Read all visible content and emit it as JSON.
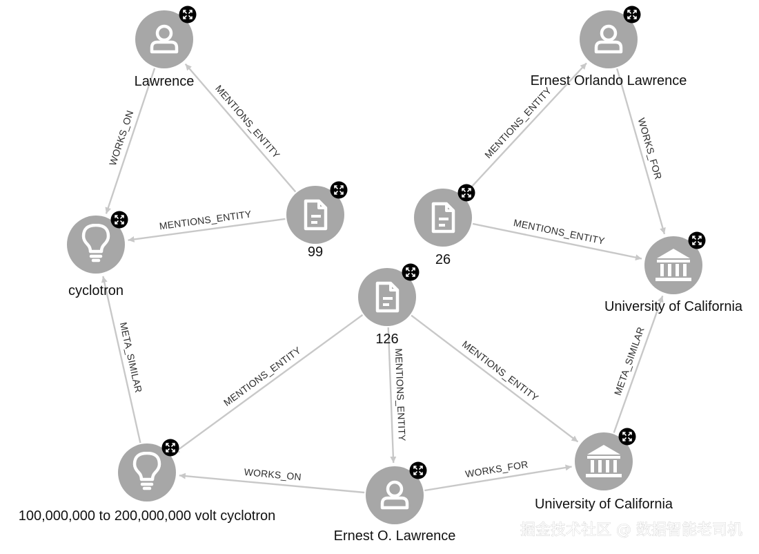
{
  "graph": {
    "nodes": [
      {
        "id": "lawrence",
        "label": "Lawrence",
        "icon": "person-icon",
        "type": "person"
      },
      {
        "id": "eol",
        "label": "Ernest Orlando Lawrence",
        "icon": "person-icon",
        "type": "person"
      },
      {
        "id": "cyclotron",
        "label": "cyclotron",
        "icon": "lightbulb-icon",
        "type": "concept"
      },
      {
        "id": "doc99",
        "label": "99",
        "icon": "document-icon",
        "type": "document"
      },
      {
        "id": "doc26",
        "label": "26",
        "icon": "document-icon",
        "type": "document"
      },
      {
        "id": "uc1",
        "label": "University of California",
        "icon": "institution-icon",
        "type": "organization"
      },
      {
        "id": "doc126",
        "label": "126",
        "icon": "document-icon",
        "type": "document"
      },
      {
        "id": "volt",
        "label": "100,000,000 to 200,000,000 volt cyclotron",
        "icon": "lightbulb-icon",
        "type": "concept"
      },
      {
        "id": "eol2",
        "label": "Ernest O. Lawrence",
        "icon": "person-icon",
        "type": "person"
      },
      {
        "id": "uc2",
        "label": "University of California",
        "icon": "institution-icon",
        "type": "organization"
      }
    ],
    "edges": [
      {
        "id": "e1",
        "from": "lawrence",
        "to": "cyclotron",
        "label": "WORKS_ON"
      },
      {
        "id": "e2",
        "from": "doc99",
        "to": "lawrence",
        "label": "MENTIONS_ENTITY"
      },
      {
        "id": "e3",
        "from": "doc99",
        "to": "cyclotron",
        "label": "MENTIONS_ENTITY"
      },
      {
        "id": "e4",
        "from": "doc26",
        "to": "eol",
        "label": "MENTIONS_ENTITY"
      },
      {
        "id": "e5",
        "from": "eol",
        "to": "uc1",
        "label": "WORKS_FOR"
      },
      {
        "id": "e6",
        "from": "doc26",
        "to": "uc1",
        "label": "MENTIONS_ENTITY"
      },
      {
        "id": "e7",
        "from": "volt",
        "to": "cyclotron",
        "label": "META_SIMILAR"
      },
      {
        "id": "e8",
        "from": "doc126",
        "to": "volt",
        "label": "MENTIONS_ENTITY"
      },
      {
        "id": "e9",
        "from": "doc126",
        "to": "eol2",
        "label": "MENTIONS_ENTITY"
      },
      {
        "id": "e10",
        "from": "doc126",
        "to": "uc2",
        "label": "MENTIONS_ENTITY"
      },
      {
        "id": "e11",
        "from": "eol2",
        "to": "volt",
        "label": "WORKS_ON"
      },
      {
        "id": "e12",
        "from": "eol2",
        "to": "uc2",
        "label": "WORKS_FOR"
      },
      {
        "id": "e13",
        "from": "uc2",
        "to": "uc1",
        "label": "META_SIMILAR"
      }
    ],
    "badge_icon": "expand-icon"
  },
  "colors": {
    "node_fill": "#a7a7a7",
    "edge": "#c8c8c8",
    "badge": "#000000",
    "label": "#111111"
  },
  "watermark": "掘金技术社区 @ 数据智能老司机"
}
